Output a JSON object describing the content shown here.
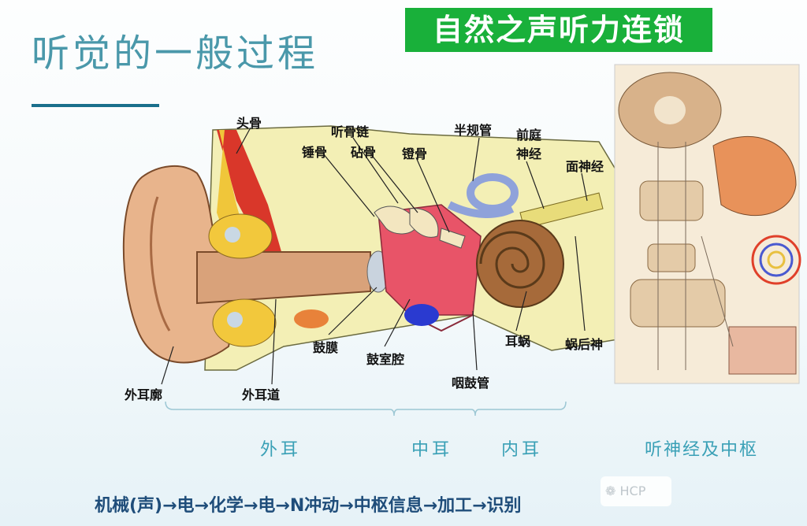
{
  "slide": {
    "title": "听觉的一般过程",
    "badge": "自然之声听力连锁"
  },
  "labels": {
    "skull": "头骨",
    "ossicle_chain": "听骨链",
    "semicircular": "半规管",
    "vestibular_1": "前庭",
    "vestibular_2": "神经",
    "facial_nerve": "面神经",
    "malleus": "锤骨",
    "incus": "砧骨",
    "stapes": "镫骨",
    "eardrum": "鼓膜",
    "tympanic_cavity": "鼓室腔",
    "eustachian": "咽鼓管",
    "cochlea": "耳蜗",
    "retro_cochlear": "蜗后神",
    "auricle": "外耳廓",
    "canal": "外耳道"
  },
  "sections": {
    "outer": "外耳",
    "middle": "中耳",
    "inner": "内耳",
    "central": "听神经及中枢"
  },
  "flow": "机械(声)→电→化学→电→N冲动→中枢信息→加工→识别",
  "watermark": "HCP",
  "colors": {
    "title": "#4a98aa",
    "badge": "#19b03a",
    "flow": "#1f4d7a",
    "section": "#3aa0b6"
  }
}
